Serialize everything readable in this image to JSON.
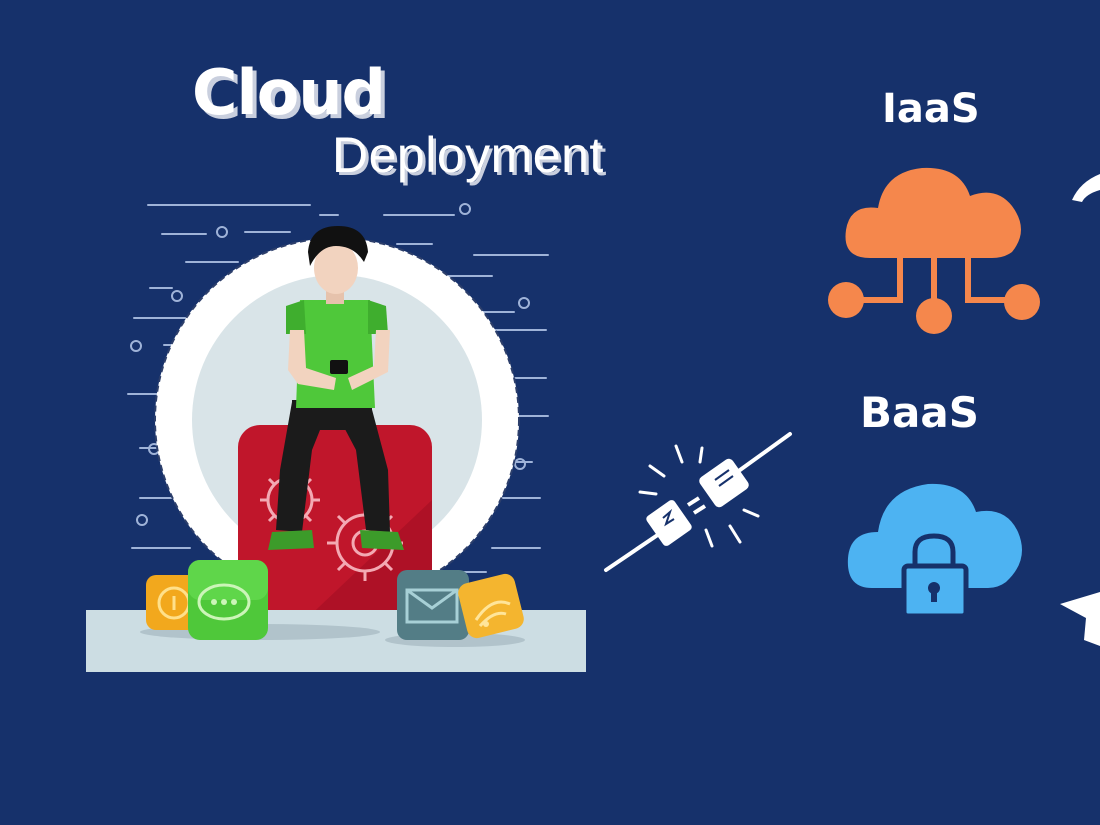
{
  "title": {
    "line1": "Cloud",
    "line2": "Deployment"
  },
  "services": [
    {
      "label": "IaaS",
      "icon": "network-cloud-icon",
      "color": "#f5874c"
    },
    {
      "label": "BaaS",
      "icon": "locked-cloud-icon",
      "color": "#4db3f2"
    }
  ],
  "theme": {
    "background": "#16316b",
    "pedestal": "#c0162b",
    "shirt": "#4fc83a"
  }
}
